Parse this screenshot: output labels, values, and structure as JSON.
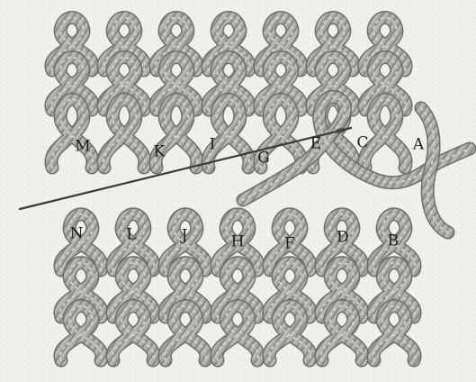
{
  "figure": {
    "yarn_color": "#a9a9a4",
    "yarn_dark": "#6f6f6a",
    "yarn_light": "#d2d2cc",
    "paper_color": "#f1f0ea",
    "needle_color": "#3a3a3a",
    "labels": {
      "M": "M",
      "K": "K",
      "I": "I",
      "G": "G",
      "E": "E",
      "C": "C",
      "A": "A",
      "N": "N",
      "L": "L",
      "J": "J",
      "H": "H",
      "F": "F",
      "D": "D",
      "B": "B"
    }
  }
}
